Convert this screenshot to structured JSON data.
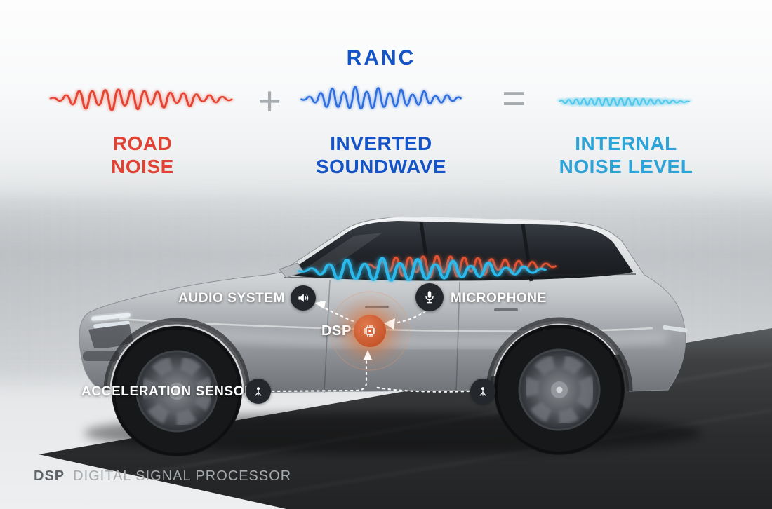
{
  "diagram": {
    "title": "RANC",
    "equation": {
      "plus": "+",
      "equals": "=",
      "road_noise": {
        "line1": "ROAD",
        "line2": "NOISE"
      },
      "inverted_soundwave": {
        "line1": "INVERTED",
        "line2": "SOUNDWAVE"
      },
      "internal_noise_level": {
        "line1": "INTERNAL",
        "line2": "NOISE LEVEL"
      }
    },
    "car_labels": {
      "audio_system": "AUDIO SYSTEM",
      "microphone": "MICROPHONE",
      "dsp": "DSP",
      "acceleration_sensor": "ACCELERATION SENSOR"
    },
    "legend": {
      "abbr": "DSP",
      "full": "DIGITAL SIGNAL PROCESSOR"
    },
    "colors": {
      "road_noise_wave": "#e64433",
      "inverted_wave": "#2e6ede",
      "internal_wave": "#52c9ec",
      "cabin_red_wave": "#f05530",
      "cabin_blue_wave": "#29b9ea",
      "road_noise_text": "#e04334",
      "ranc_blue_text": "#1553c8",
      "internal_cyan_text": "#2da4d8",
      "dsp_orange": "#cd5f32"
    }
  }
}
